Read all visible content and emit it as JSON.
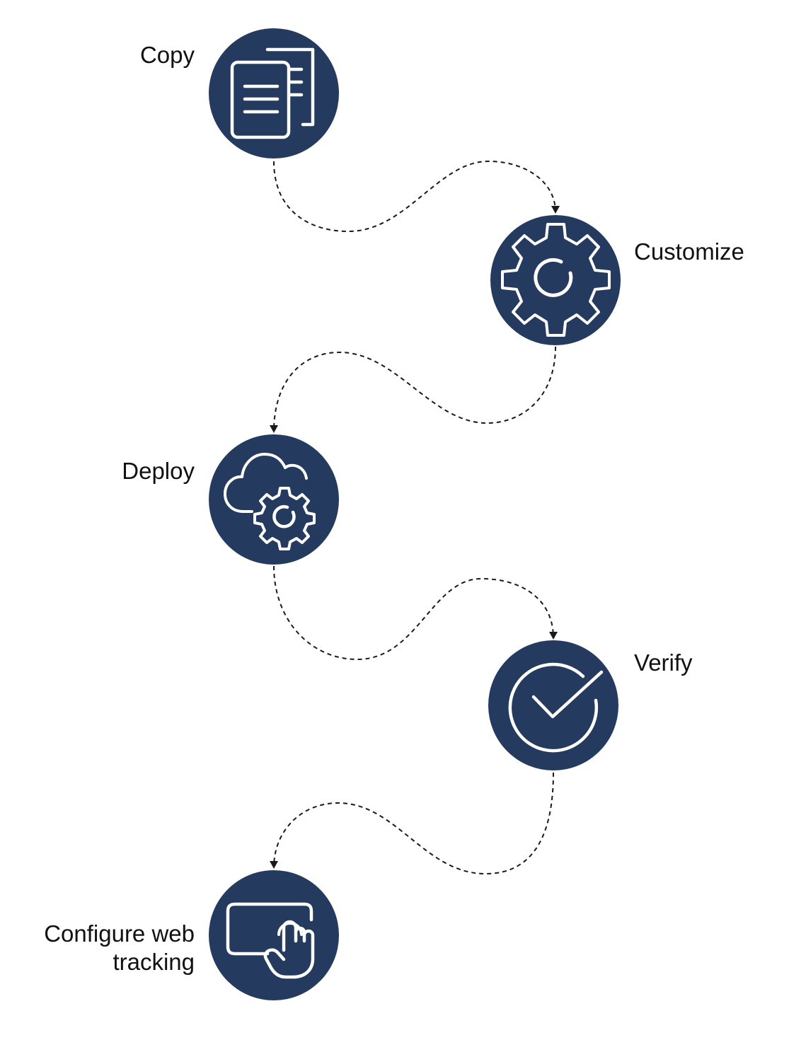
{
  "theme": {
    "node_color": "#243a5e",
    "icon_color": "#ffffff",
    "connector_color": "#1a1a1a",
    "label_color": "#111111"
  },
  "steps": [
    {
      "label": "Copy",
      "icon": "copy-document-icon"
    },
    {
      "label": "Customize",
      "icon": "gear-icon"
    },
    {
      "label": "Deploy",
      "icon": "cloud-gear-icon"
    },
    {
      "label": "Verify",
      "icon": "check-circle-icon"
    },
    {
      "label_lines": [
        "Configure web",
        "tracking"
      ],
      "icon": "touch-screen-icon"
    }
  ]
}
